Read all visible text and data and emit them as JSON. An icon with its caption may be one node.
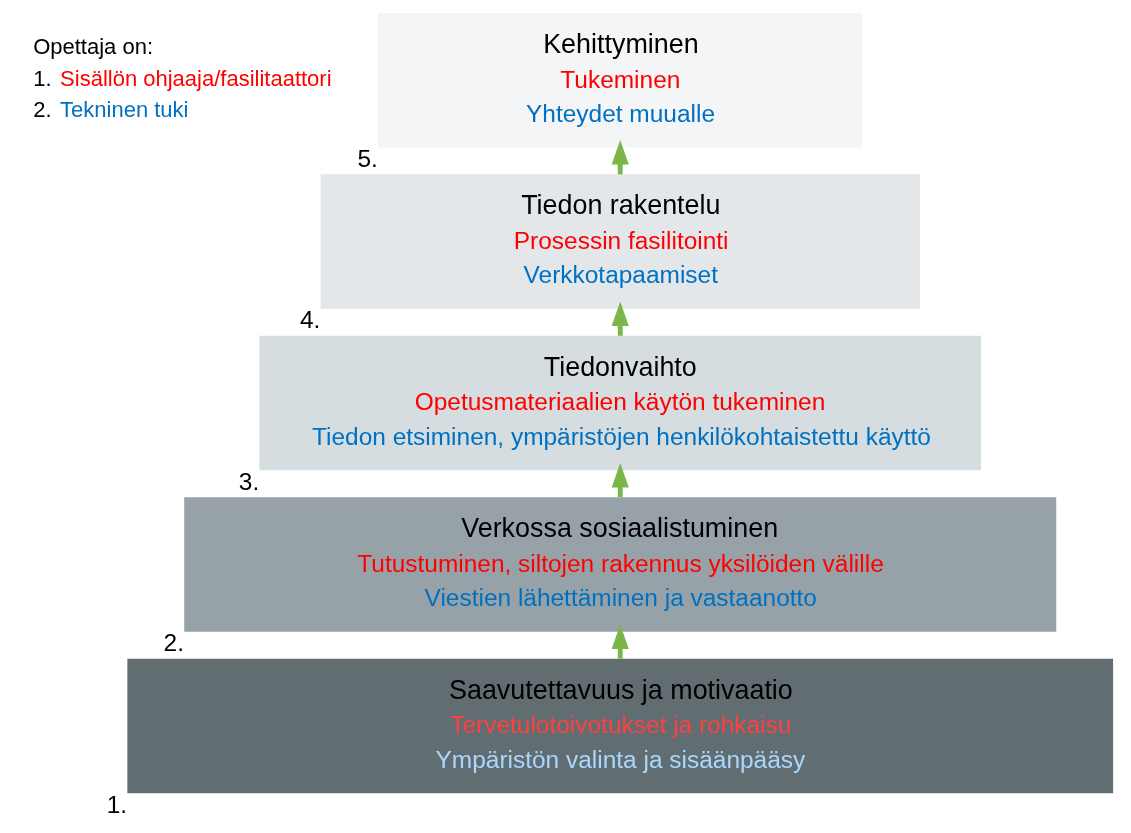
{
  "diagram": {
    "nodes": [
      {
        "text": [
          "Kehittyminen",
          "Tukeminen",
          "Yhteydet muualle"
        ],
        "beside": [
          "5."
        ]
      },
      {
        "text": [
          "Tiedon rakentelu",
          "Prosessin fasilitointi",
          "Verkkotapaamiset"
        ],
        "beside": [
          "4."
        ]
      },
      {
        "text": [
          "Tiedonvaihto",
          "Opetusmateriaalien käytön tukeminen",
          "Tiedon etsiminen, ympäristöjen henkilökohtaistettu käyttö"
        ],
        "beside": [
          "3."
        ]
      },
      {
        "text": [
          "Verkossa sosiaalistuminen",
          "Tutustuminen, siltojen rakennus yksilöiden välille",
          "Viestien lähettäminen ja vastaanotto"
        ],
        "beside": [
          "2."
        ]
      },
      {
        "text": [
          "Saavutettavuus ja motivaatio",
          "Tervetulotoivotukset ja rohkaisu",
          "Ympäristön valinta ja sisäänpääsy"
        ],
        "beside": [
          "1."
        ]
      }
    ],
    "edges": [
      {
        "from": 4,
        "to": 3,
        "arrow": "to"
      },
      {
        "from": 3,
        "to": 2,
        "arrow": "to"
      },
      {
        "from": 2,
        "to": 1,
        "arrow": "to"
      },
      {
        "from": 1,
        "to": 0,
        "arrow": "to"
      }
    ],
    "labels": [
      "Opettaja on:",
      "1.",
      "Sisällön ohjaaja/fasilitaattori",
      "2.",
      "Tekninen tuki"
    ]
  }
}
